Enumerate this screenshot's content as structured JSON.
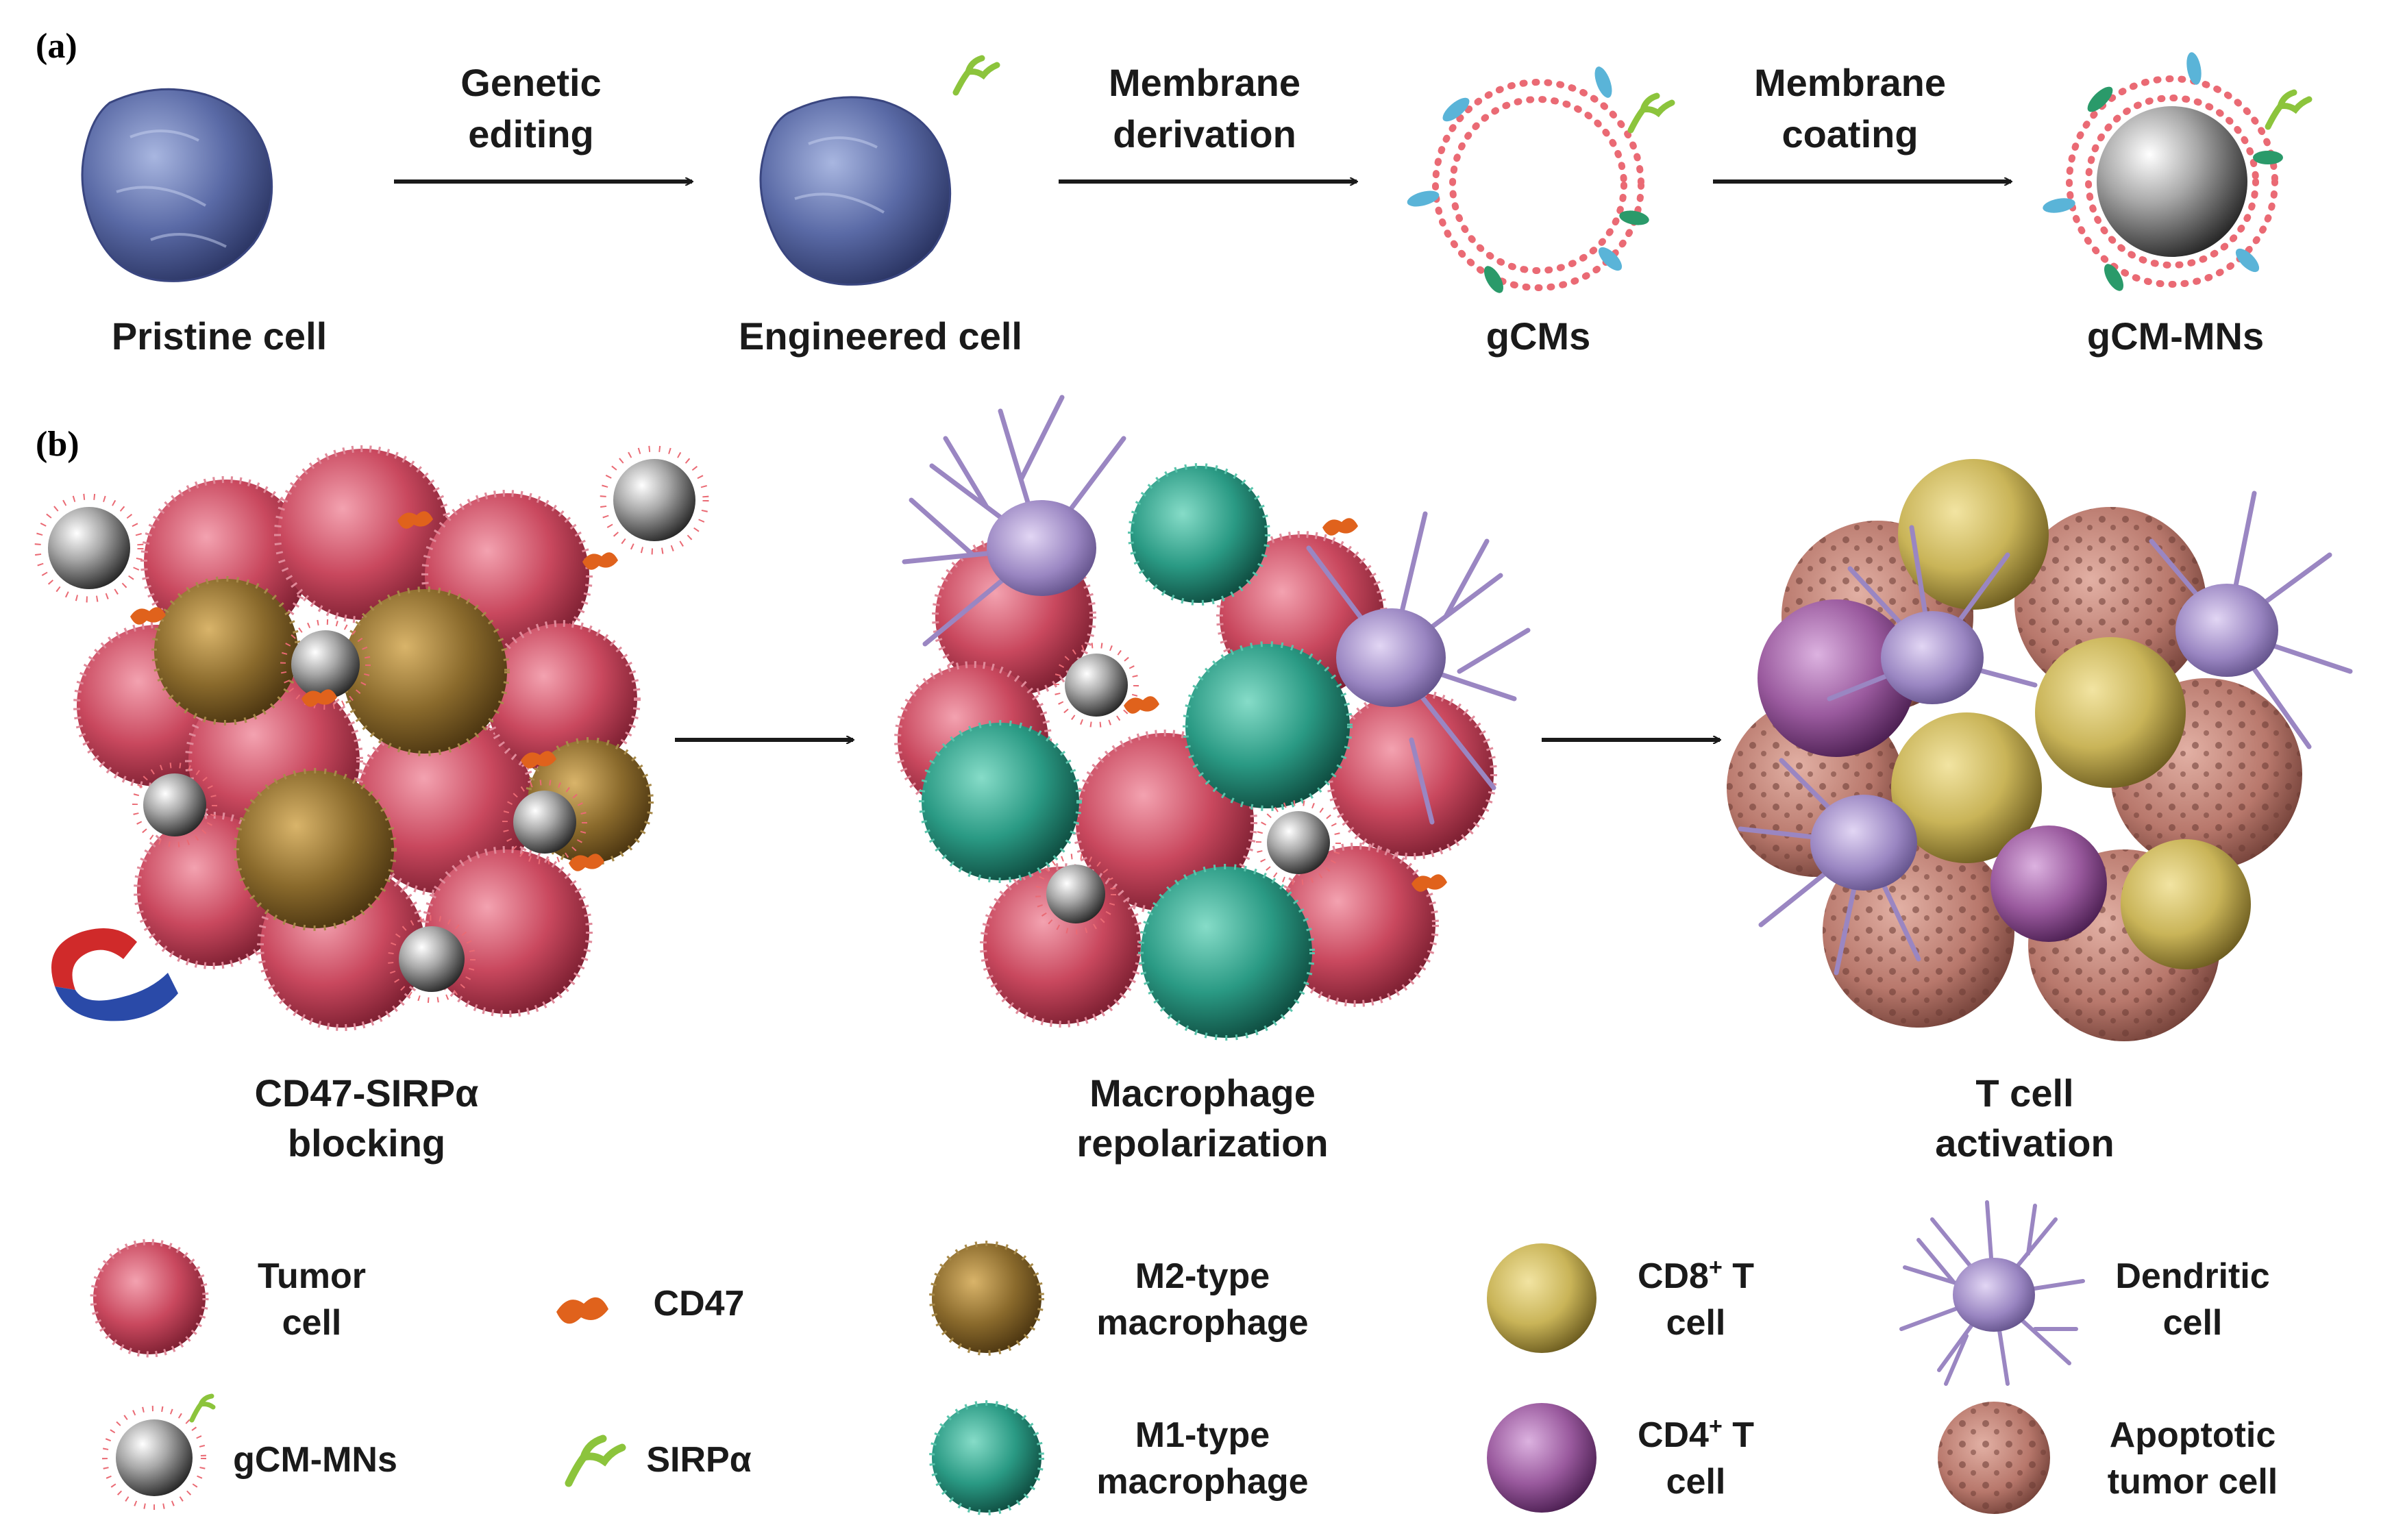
{
  "panel_a": {
    "label": "(a)",
    "steps": [
      {
        "label": "Pristine cell"
      },
      {
        "label": "Engineered cell"
      },
      {
        "label": "gCMs"
      },
      {
        "label": "gCM-MNs"
      }
    ],
    "arrows": [
      {
        "line1": "Genetic",
        "line2": "editing"
      },
      {
        "line1": "Membrane",
        "line2": "derivation"
      },
      {
        "line1": "Membrane",
        "line2": "coating"
      }
    ]
  },
  "panel_b": {
    "label": "(b)",
    "stages": [
      {
        "line1": "CD47-SIRPα",
        "line2": "blocking"
      },
      {
        "line1": "Macrophage",
        "line2": "repolarization"
      },
      {
        "line1": "T cell",
        "line2": "activation"
      }
    ]
  },
  "legend": {
    "tumor_cell": {
      "line1": "Tumor",
      "line2": "cell"
    },
    "gcm_mns": {
      "line1": "gCM-MNs"
    },
    "cd47": {
      "line1": "CD47"
    },
    "sirpa": {
      "line1": "SIRPα"
    },
    "m2_macrophage": {
      "line1": "M2-type",
      "line2": "macrophage"
    },
    "m1_macrophage": {
      "line1": "M1-type",
      "line2": "macrophage"
    },
    "cd8_t_cell": {
      "line1_base": "CD8",
      "line1_sup": "+",
      "line1_tail": " T",
      "line2": "cell"
    },
    "cd4_t_cell": {
      "line1_base": "CD4",
      "line1_sup": "+",
      "line1_tail": " T",
      "line2": "cell"
    },
    "dendritic_cell": {
      "line1": "Dendritic",
      "line2": "cell"
    },
    "apoptotic_tumor_cell": {
      "line1": "Apoptotic",
      "line2": "tumor cell"
    }
  },
  "colors": {
    "pristine_cell": "#5a6aa6",
    "tumor_cell": "#c9485e",
    "m2_macrophage": "#8a6a2c",
    "m1_macrophage": "#2a9a84",
    "cd8_t_cell": "#c9b458",
    "cd4_t_cell": "#9a5a9e",
    "dendritic_cell": "#9a86c2",
    "apoptotic_tumor_cell": "#b8786c",
    "cd47": "#e0621c",
    "sirpa": "#8cc43c",
    "membrane_dots": "#ea6a74",
    "arrow": "#1a1a1a"
  },
  "icons": [
    "magnet-icon"
  ]
}
